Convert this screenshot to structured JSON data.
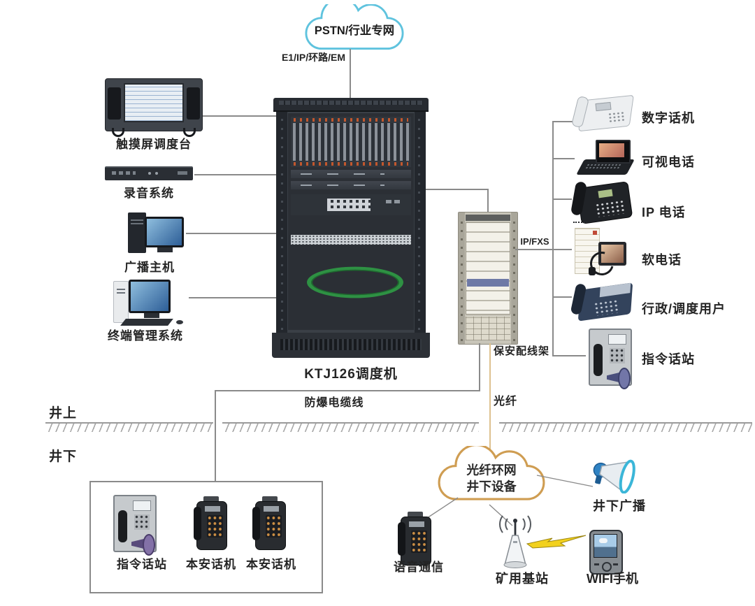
{
  "colors": {
    "top_cloud_stroke": "#5fc3de",
    "bottom_cloud_stroke": "#cf9d52",
    "fiber_line": "#ddc18f",
    "connector_line": "#8a8a8a",
    "lightning": "#f2d11e"
  },
  "top": {
    "cloud_label": "PSTN/行业专网",
    "trunk_label": "E1/IP/环路/EM"
  },
  "dispatch_rack": {
    "label": "KTJ126调度机"
  },
  "left_devices": [
    {
      "id": "touch-console",
      "label": "触摸屏调度台"
    },
    {
      "id": "recording-system",
      "label": "录音系统"
    },
    {
      "id": "broadcast-host",
      "label": "广播主机"
    },
    {
      "id": "terminal-management",
      "label": "终端管理系统"
    }
  ],
  "distribution_frame": {
    "label": "保安配线架",
    "link_label": "IP/FXS"
  },
  "right_devices": [
    {
      "id": "digital-phone",
      "label": "数字话机"
    },
    {
      "id": "video-phone",
      "label": "可视电话"
    },
    {
      "id": "ip-phone",
      "label": "IP 电话"
    },
    {
      "id": "soft-phone",
      "label": "软电话"
    },
    {
      "id": "admin-dispatch-user",
      "label": "行政/调度用户"
    },
    {
      "id": "command-station",
      "label": "指令话站"
    }
  ],
  "ground": {
    "surface_label": "井上",
    "underground_label": "井下"
  },
  "cables": {
    "explosion_proof_label": "防爆电缆线",
    "fiber_label": "光纤"
  },
  "underground": {
    "cloud_label_line1": "光纤环网",
    "cloud_label_line2": "井下设备",
    "box_devices": [
      {
        "id": "command-station",
        "label": "指令话站"
      },
      {
        "id": "safe-phone-1",
        "label": "本安话机"
      },
      {
        "id": "safe-phone-2",
        "label": "本安话机"
      }
    ],
    "voice_label": "语音通信",
    "base_station_label": "矿用基站",
    "wifi_phone_label": "WIFI手机",
    "broadcast_label": "井下广播"
  }
}
